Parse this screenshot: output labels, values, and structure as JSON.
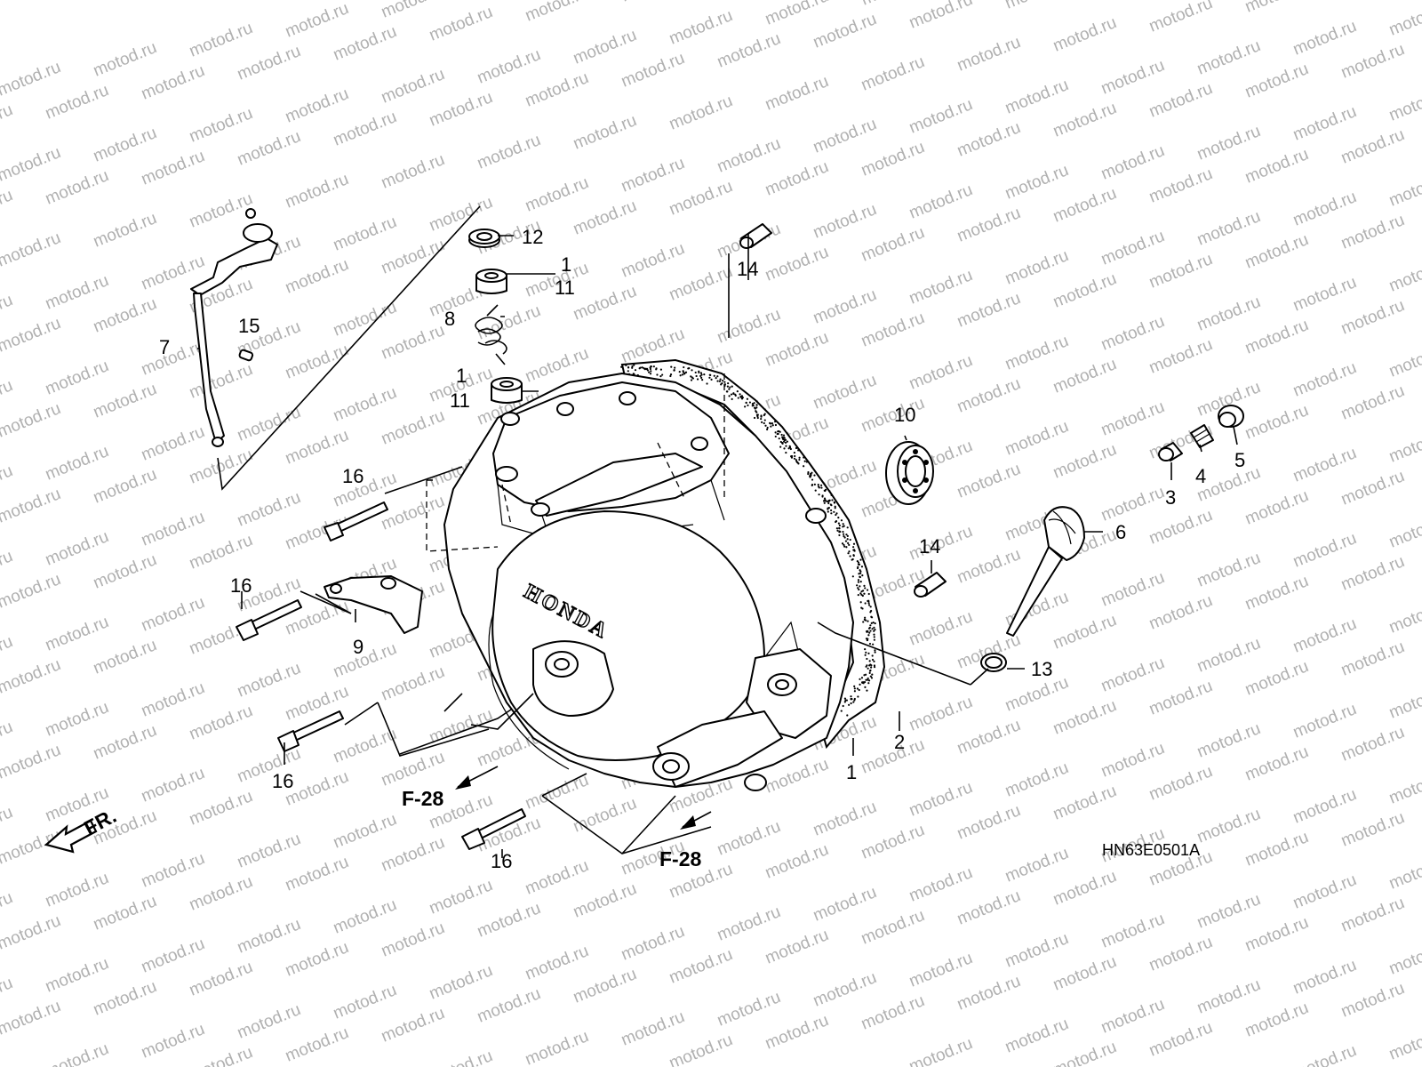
{
  "watermark": {
    "text": "motod.ru"
  },
  "diagram_code": "HN63E0501A",
  "brand_text": "HONDA",
  "front_indicator": "FR.",
  "references": {
    "left": "F-28",
    "right": "F-28"
  },
  "callouts": {
    "c1_top": "1",
    "c11_top": "11",
    "c12": "12",
    "c8": "8",
    "c1_mid": "1",
    "c11_mid": "11",
    "c7": "7",
    "c15": "15",
    "c14_top": "14",
    "c10": "10",
    "c3": "3",
    "c4": "4",
    "c5": "5",
    "c6": "6",
    "c14_mid": "14",
    "c13": "13",
    "c2": "2",
    "c1_bot": "1",
    "c9": "9",
    "c16_a": "16",
    "c16_b": "16",
    "c16_c": "16",
    "c16_d": "16"
  }
}
